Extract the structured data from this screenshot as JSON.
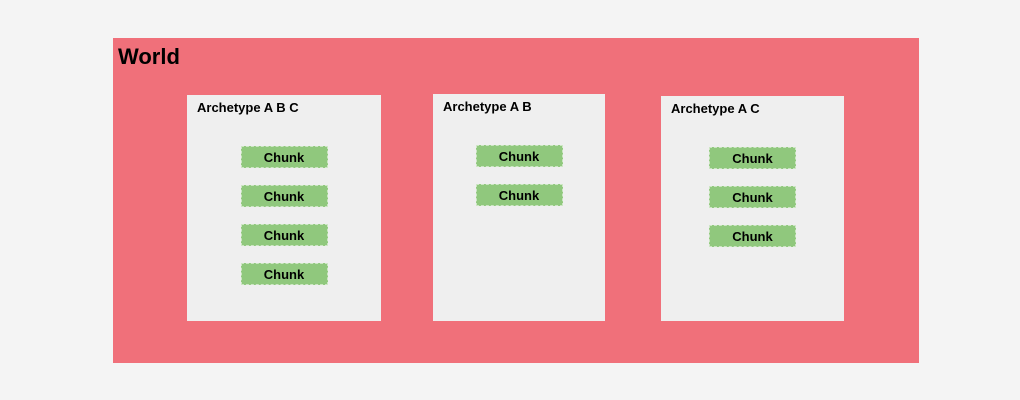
{
  "world": {
    "label": "World"
  },
  "archetypes": [
    {
      "label": "Archetype A B C",
      "chunks": [
        "Chunk",
        "Chunk",
        "Chunk",
        "Chunk"
      ]
    },
    {
      "label": "Archetype A B",
      "chunks": [
        "Chunk",
        "Chunk"
      ]
    },
    {
      "label": "Archetype A C",
      "chunks": [
        "Chunk",
        "Chunk",
        "Chunk"
      ]
    }
  ],
  "colors": {
    "page_background": "#f4f4f4",
    "world_fill": "#f0707a",
    "archetype_fill": "#efefef",
    "chunk_fill": "#90c87d",
    "text": "#000000"
  }
}
